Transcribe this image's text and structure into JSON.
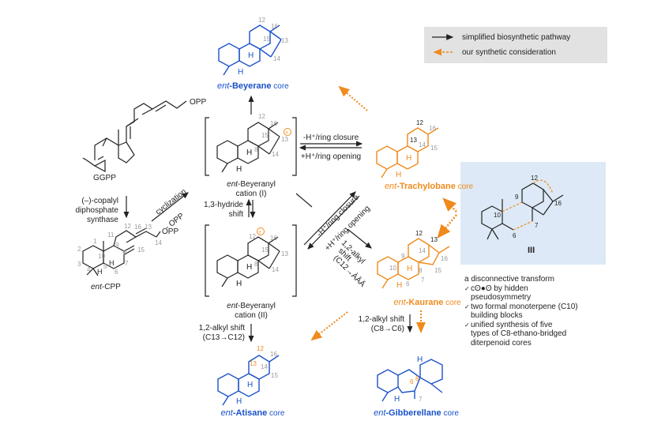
{
  "legend": {
    "items": [
      {
        "label": "simplified biosynthetic pathway",
        "style": "solid-arrow",
        "color": "#000000"
      },
      {
        "label": "our synthetic consideration",
        "style": "dashed-arrow",
        "color": "#f08a1c"
      }
    ]
  },
  "colors": {
    "blue": "#1a52c9",
    "orange": "#f08a1c",
    "black": "#222222",
    "gray_label": "#999999",
    "panel_bg": "#dde9f6",
    "legend_bg": "#e2e2e2"
  },
  "compounds": {
    "ggpp": {
      "name": "GGPP",
      "opp": "OPP"
    },
    "ent_cpp": {
      "prefix": "ent",
      "name": "-CPP",
      "opp": "OPP"
    },
    "beyeranyl_1": {
      "prefix": "ent",
      "name": "-Beyeranyl",
      "line2": "cation (I)"
    },
    "beyeranyl_2": {
      "prefix": "ent",
      "name": "-Beyeranyl",
      "line2": "cation (II)"
    },
    "beyerane": {
      "prefix": "ent",
      "name": "-Beyerane",
      "suffix": " core"
    },
    "trachylobane": {
      "prefix": "ent",
      "name": "-Trachylobane",
      "suffix": " core"
    },
    "kaurane": {
      "prefix": "ent",
      "name": "-Kaurane",
      "suffix": " core"
    },
    "atisane": {
      "prefix": "ent",
      "name": "-Atisane",
      "suffix": " core"
    },
    "gibberellane": {
      "prefix": "ent",
      "name": "-Gibberellane",
      "suffix": " core"
    },
    "iii": {
      "name": "III"
    }
  },
  "arrows": {
    "copalyl": [
      "(–)-copalyl",
      "diphosphate",
      "synthase"
    ],
    "cyclization": "cyclization",
    "minus_opp": "- OPP",
    "hydride": [
      "1,3-hydride",
      "shift"
    ],
    "ring_closure": "-H⁺/ring closure",
    "ring_opening": "+H⁺/ring opening",
    "diag_closure": "-H⁺/ring closure",
    "diag_opening": "+H⁺/ring opening",
    "alkyl_kaurane": [
      "1,2-alkyl",
      "shift",
      "(C12→ÀÄÄ"
    ],
    "alkyl_atisane": [
      "1,2-alkyl shift",
      "(C13→C12)"
    ],
    "alkyl_gibb": [
      "1,2-alkyl shift",
      "(C8→C6)"
    ]
  },
  "notes": {
    "title": "a disconnective transform",
    "bullets": [
      {
        "check": "✓",
        "lines": [
          "cʘ●ʘ by hidden",
          "pseudosymmetry"
        ]
      },
      {
        "check": "✓",
        "lines": [
          "two formal monoterpene  (C10)",
          "building blocks"
        ]
      },
      {
        "check": "✓",
        "lines": [
          "unified synthesis of five",
          "types of C8-ethano-bridged",
          "diterpenoid  cores"
        ]
      }
    ]
  },
  "atom_labels": {
    "cpp": [
      "1",
      "2",
      "3",
      "4",
      "5",
      "6",
      "7",
      "8",
      "9",
      "10",
      "11",
      "12",
      "13",
      "14",
      "15",
      "16"
    ],
    "beyerane": [
      "12",
      "13",
      "14",
      "15",
      "16"
    ],
    "iii": [
      "6",
      "7",
      "9",
      "10",
      "12",
      "16"
    ]
  }
}
